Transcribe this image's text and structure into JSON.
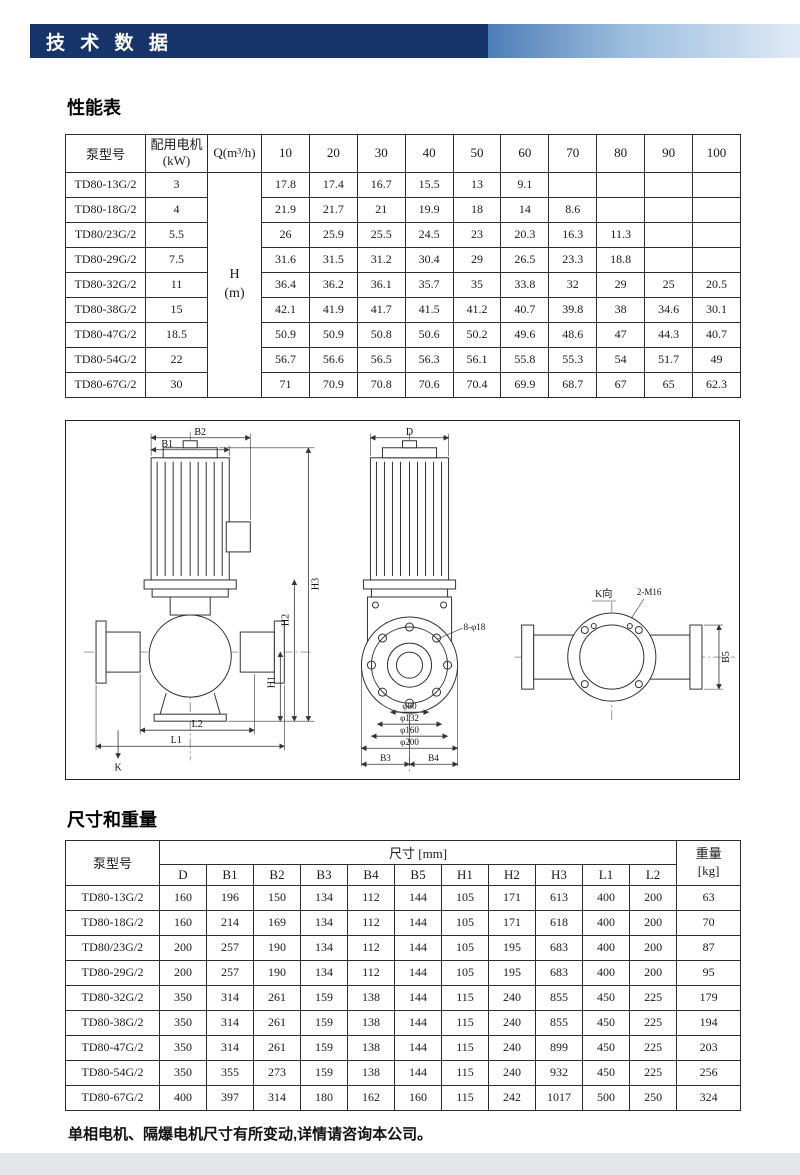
{
  "page": {
    "banner_title": "技 术 数 据",
    "performance_section_title": "性能表",
    "dimensions_section_title": "尺寸和重量",
    "footer_note": "单相电机、隔爆电机尺寸有所变动,详情请咨询本公司。"
  },
  "performance_table": {
    "headers": {
      "model": "泵型号",
      "motor": "配用电机\n(kW)",
      "flow": "Q(m³/h)",
      "flow_values": [
        "10",
        "20",
        "30",
        "40",
        "50",
        "60",
        "70",
        "80",
        "90",
        "100"
      ]
    },
    "h_label": "H\n(m)",
    "rows": [
      {
        "model": "TD80-13G/2",
        "kw": "3",
        "values": [
          "17.8",
          "17.4",
          "16.7",
          "15.5",
          "13",
          "9.1",
          "",
          "",
          "",
          ""
        ]
      },
      {
        "model": "TD80-18G/2",
        "kw": "4",
        "values": [
          "21.9",
          "21.7",
          "21",
          "19.9",
          "18",
          "14",
          "8.6",
          "",
          "",
          ""
        ]
      },
      {
        "model": "TD80/23G/2",
        "kw": "5.5",
        "values": [
          "26",
          "25.9",
          "25.5",
          "24.5",
          "23",
          "20.3",
          "16.3",
          "11.3",
          "",
          ""
        ]
      },
      {
        "model": "TD80-29G/2",
        "kw": "7.5",
        "values": [
          "31.6",
          "31.5",
          "31.2",
          "30.4",
          "29",
          "26.5",
          "23.3",
          "18.8",
          "",
          ""
        ]
      },
      {
        "model": "TD80-32G/2",
        "kw": "11",
        "values": [
          "36.4",
          "36.2",
          "36.1",
          "35.7",
          "35",
          "33.8",
          "32",
          "29",
          "25",
          "20.5"
        ]
      },
      {
        "model": "TD80-38G/2",
        "kw": "15",
        "values": [
          "42.1",
          "41.9",
          "41.7",
          "41.5",
          "41.2",
          "40.7",
          "39.8",
          "38",
          "34.6",
          "30.1"
        ]
      },
      {
        "model": "TD80-47G/2",
        "kw": "18.5",
        "values": [
          "50.9",
          "50.9",
          "50.8",
          "50.6",
          "50.2",
          "49.6",
          "48.6",
          "47",
          "44.3",
          "40.7"
        ]
      },
      {
        "model": "TD80-54G/2",
        "kw": "22",
        "values": [
          "56.7",
          "56.6",
          "56.5",
          "56.3",
          "56.1",
          "55.8",
          "55.3",
          "54",
          "51.7",
          "49"
        ]
      },
      {
        "model": "TD80-67G/2",
        "kw": "30",
        "values": [
          "71",
          "70.9",
          "70.8",
          "70.6",
          "70.4",
          "69.9",
          "68.7",
          "67",
          "65",
          "62.3"
        ]
      }
    ]
  },
  "dimension_table": {
    "headers": {
      "model": "泵型号",
      "size": "尺寸 [mm]",
      "weight": "重量\n[kg]",
      "dims": [
        "D",
        "B1",
        "B2",
        "B3",
        "B4",
        "B5",
        "H1",
        "H2",
        "H3",
        "L1",
        "L2"
      ]
    },
    "rows": [
      {
        "model": "TD80-13G/2",
        "dims": [
          "160",
          "196",
          "150",
          "134",
          "112",
          "144",
          "105",
          "171",
          "613",
          "400",
          "200"
        ],
        "weight": "63"
      },
      {
        "model": "TD80-18G/2",
        "dims": [
          "160",
          "214",
          "169",
          "134",
          "112",
          "144",
          "105",
          "171",
          "618",
          "400",
          "200"
        ],
        "weight": "70"
      },
      {
        "model": "TD80/23G/2",
        "dims": [
          "200",
          "257",
          "190",
          "134",
          "112",
          "144",
          "105",
          "195",
          "683",
          "400",
          "200"
        ],
        "weight": "87"
      },
      {
        "model": "TD80-29G/2",
        "dims": [
          "200",
          "257",
          "190",
          "134",
          "112",
          "144",
          "105",
          "195",
          "683",
          "400",
          "200"
        ],
        "weight": "95"
      },
      {
        "model": "TD80-32G/2",
        "dims": [
          "350",
          "314",
          "261",
          "159",
          "138",
          "144",
          "115",
          "240",
          "855",
          "450",
          "225"
        ],
        "weight": "179"
      },
      {
        "model": "TD80-38G/2",
        "dims": [
          "350",
          "314",
          "261",
          "159",
          "138",
          "144",
          "115",
          "240",
          "855",
          "450",
          "225"
        ],
        "weight": "194"
      },
      {
        "model": "TD80-47G/2",
        "dims": [
          "350",
          "314",
          "261",
          "159",
          "138",
          "144",
          "115",
          "240",
          "899",
          "450",
          "225"
        ],
        "weight": "203"
      },
      {
        "model": "TD80-54G/2",
        "dims": [
          "350",
          "355",
          "273",
          "159",
          "138",
          "144",
          "115",
          "240",
          "932",
          "450",
          "225"
        ],
        "weight": "256"
      },
      {
        "model": "TD80-67G/2",
        "dims": [
          "400",
          "397",
          "314",
          "180",
          "162",
          "160",
          "115",
          "242",
          "1017",
          "500",
          "250"
        ],
        "weight": "324"
      }
    ]
  },
  "drawing": {
    "labels": {
      "b2": "B2",
      "b1": "B1",
      "d": "D",
      "h3": "H3",
      "h2": "H2",
      "h1": "H1",
      "l2": "L2",
      "l1": "L1",
      "k": "K",
      "bolt_circle": "8-φ18",
      "phi80": "φ80",
      "phi132": "φ132",
      "phi160": "φ160",
      "phi200": "φ200",
      "b3": "B3",
      "b4": "B4",
      "k_view": "K向",
      "m16": "2-M16",
      "b5": "B5"
    }
  }
}
